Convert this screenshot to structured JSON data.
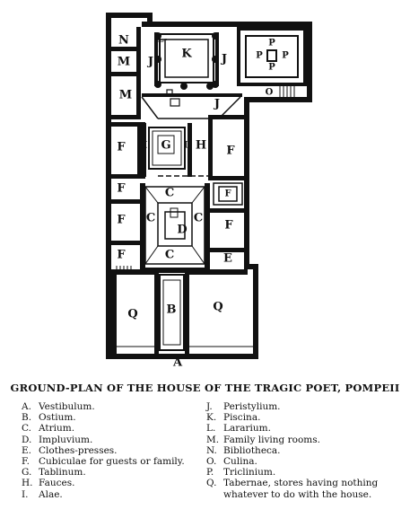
{
  "plan": {
    "labels": {
      "N": "N",
      "M": "M",
      "J": "J",
      "K": "K",
      "P": "P",
      "L": "L",
      "O": "O",
      "F": "F",
      "G": "G",
      "H": "H",
      "I": "I",
      "C": "C",
      "D": "D",
      "E": "E",
      "Q": "Q",
      "B": "B",
      "A": "A"
    }
  },
  "caption": "GROUND-PLAN OF THE HOUSE OF THE TRAGIC POET, POMPEII",
  "legend": {
    "left": [
      {
        "key": "A.",
        "text": "Vestibulum."
      },
      {
        "key": "B.",
        "text": "Ostium."
      },
      {
        "key": "C.",
        "text": "Atrium."
      },
      {
        "key": "D.",
        "text": "Impluvium."
      },
      {
        "key": "E.",
        "text": "Clothes-presses."
      },
      {
        "key": "F.",
        "text": "Cubiculae for guests or family."
      },
      {
        "key": "G.",
        "text": "Tablinum."
      },
      {
        "key": "H.",
        "text": "Fauces."
      },
      {
        "key": "I.",
        "text": "Alae."
      }
    ],
    "right": [
      {
        "key": "J.",
        "text": "Peristylium."
      },
      {
        "key": "K.",
        "text": "Piscina."
      },
      {
        "key": "L.",
        "text": "Lararium."
      },
      {
        "key": "M.",
        "text": "Family living rooms."
      },
      {
        "key": "N.",
        "text": "Bibliotheca."
      },
      {
        "key": "O.",
        "text": "Culina."
      },
      {
        "key": "P.",
        "text": "Triclinium."
      },
      {
        "key": "Q.",
        "text": "Tabernae, stores having nothing whatever to do with the house."
      }
    ]
  }
}
